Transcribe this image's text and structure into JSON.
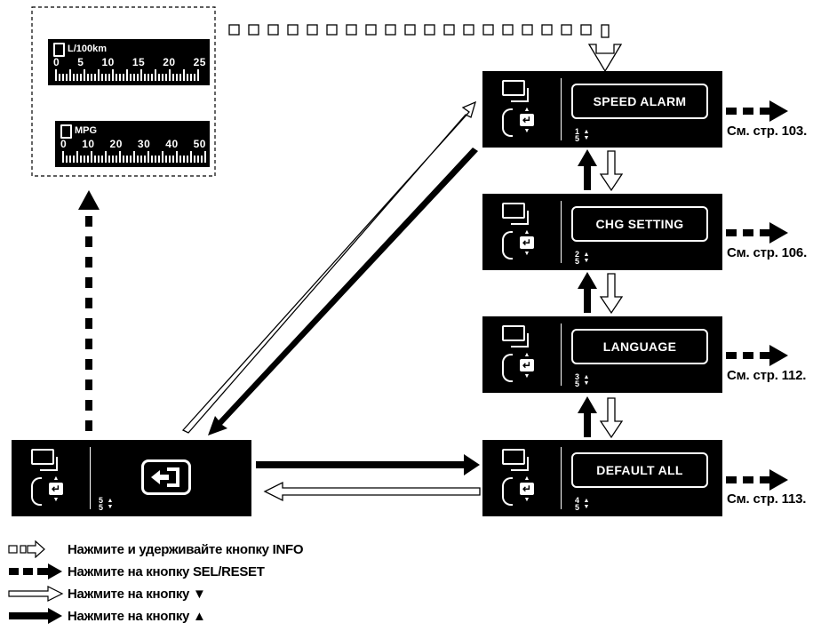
{
  "gauges": {
    "l100": {
      "unit": "L/100km",
      "ticks": [
        "0",
        "5",
        "10",
        "15",
        "20",
        "25"
      ]
    },
    "mpg": {
      "unit": "MPG",
      "ticks": [
        "0",
        "10",
        "20",
        "30",
        "40",
        "50"
      ]
    }
  },
  "menu": [
    {
      "label": "SPEED ALARM",
      "page_num": "1",
      "page_den": "5",
      "ref": "См. стр. 103."
    },
    {
      "label": "CHG SETTING",
      "page_num": "2",
      "page_den": "5",
      "ref": "См. стр. 106."
    },
    {
      "label": "LANGUAGE",
      "page_num": "3",
      "page_den": "5",
      "ref": "См. стр. 112."
    },
    {
      "label": "DEFAULT ALL",
      "page_num": "4",
      "page_den": "5",
      "ref": "См. стр. 113."
    }
  ],
  "back_panel": {
    "icon": "back-icon",
    "page_num": "5",
    "page_den": "5"
  },
  "legend": [
    {
      "symbol": "hold-info-arrow",
      "text": "Нажмите и удерживайте кнопку INFO"
    },
    {
      "symbol": "sel-reset-arrow",
      "text": "Нажмите на кнопку SEL/RESET"
    },
    {
      "symbol": "down-button-arrow",
      "text": "Нажмите на кнопку ▼"
    },
    {
      "symbol": "up-button-arrow",
      "text": "Нажмите на кнопку ▲"
    }
  ],
  "colors": {
    "panel": "#000000",
    "line": "#000000",
    "background": "#ffffff"
  }
}
